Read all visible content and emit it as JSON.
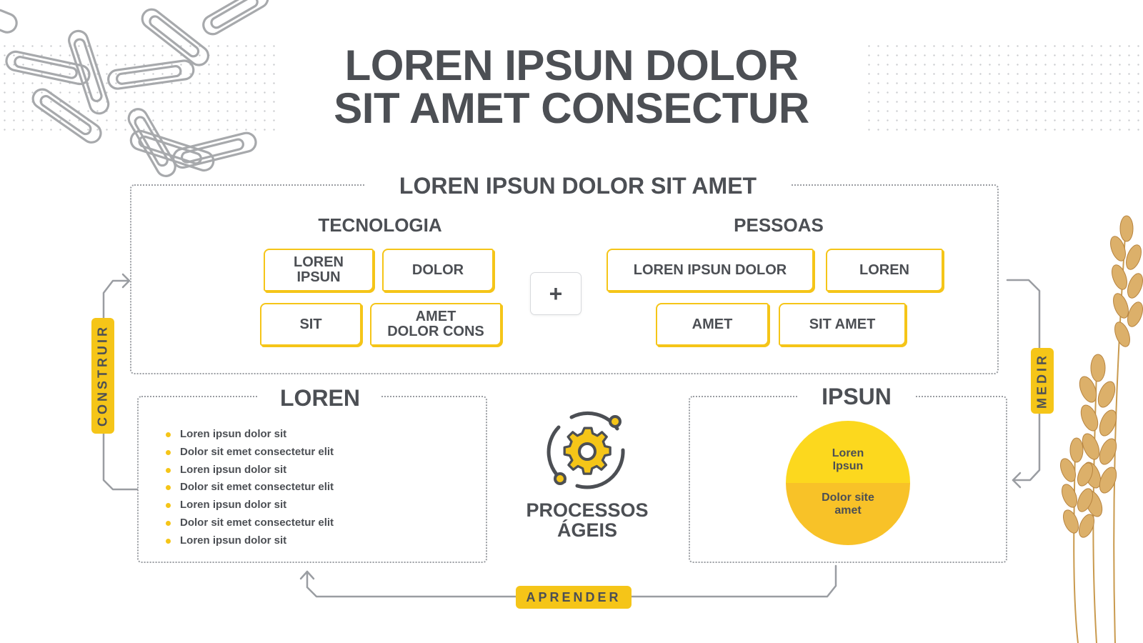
{
  "title": {
    "line1": "LOREN IPSUN DOLOR",
    "line2": "SIT AMET CONSECTUR"
  },
  "top_section": {
    "heading": "LOREN IPSUN DOLOR SIT AMET",
    "plus": "+",
    "tecnologia": {
      "heading": "TECNOLOGIA",
      "tags": [
        "LOREN\nIPSUN",
        "DOLOR",
        "SIT",
        "AMET\nDOLOR CONS"
      ]
    },
    "pessoas": {
      "heading": "PESSOAS",
      "tags": [
        "LOREN IPSUN DOLOR",
        "LOREN",
        "AMET",
        "SIT AMET"
      ]
    }
  },
  "left_section": {
    "heading": "LOREN",
    "bullets": [
      "Loren ipsun dolor sit",
      "Dolor sit emet consectetur elit",
      "Loren ipsun dolor sit",
      "Dolor sit emet consectetur elit",
      "Loren ipsun dolor sit",
      "Dolor sit emet consectetur elit",
      "Loren ipsun dolor sit"
    ]
  },
  "center": {
    "icon": "gear-orbit-icon",
    "label_line1": "PROCESSOS",
    "label_line2": "ÁGEIS"
  },
  "right_section": {
    "heading": "IPSUN",
    "circle_top": "Loren\nIpsun",
    "circle_bottom": "Dolor site\namet"
  },
  "cycle_labels": {
    "left": "CONSTRUIR",
    "right": "MEDIR",
    "bottom": "APRENDER"
  },
  "colors": {
    "accent": "#f5c518",
    "accent_light": "#fcd81e",
    "text": "#4c4f54",
    "line": "#9a9da2"
  }
}
